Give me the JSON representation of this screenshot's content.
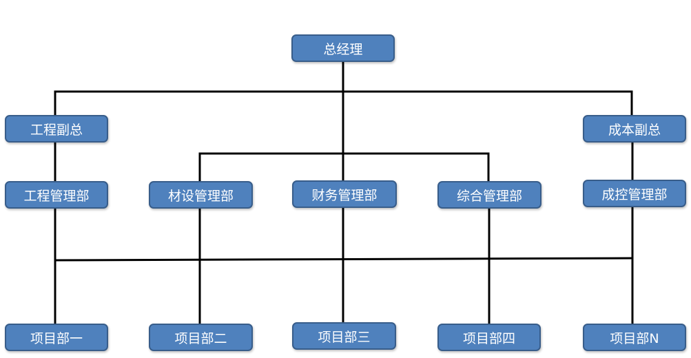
{
  "org": {
    "general_manager": "总经理",
    "vp_engineering": "工程副总",
    "vp_cost": "成本副总",
    "departments": {
      "engineering": "工程管理部",
      "materials": "材设管理部",
      "finance": "财务管理部",
      "general": "综合管理部",
      "cost_control": "成控管理部"
    },
    "projects": {
      "p1": "项目部一",
      "p2": "项目部二",
      "p3": "项目部三",
      "p4": "项目部四",
      "pN": "项目部N"
    }
  },
  "colors": {
    "box_fill": "#4f81bd",
    "box_border": "#385d8a",
    "box_text": "#ffffff",
    "connector": "#000000"
  }
}
